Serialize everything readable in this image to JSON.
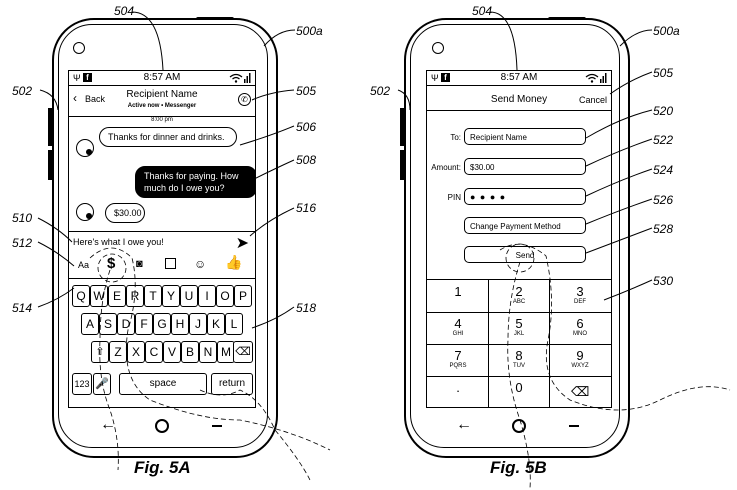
{
  "fig_a": {
    "caption": "Fig. 5A",
    "refs": {
      "r504": "504",
      "r500a": "500a",
      "r502": "502",
      "r505": "505",
      "r506": "506",
      "r508": "508",
      "r510": "510",
      "r516": "516",
      "r512": "512",
      "r514": "514",
      "r518": "518"
    },
    "status_time": "8:57 AM",
    "header": {
      "back_label": "Back",
      "title": "Recipient Name",
      "subtitle": "Active now • Messenger"
    },
    "timestamp": "8:00 pm",
    "messages": {
      "m1": "Thanks for dinner and drinks.",
      "m2": "Thanks for paying. How much do I owe you?",
      "m3": "$30.00"
    },
    "input_text": "Here's what I owe you!",
    "toolbar": {
      "aa": "Aa",
      "dollar": "$"
    },
    "keyboard": {
      "row1": [
        "Q",
        "W",
        "E",
        "R",
        "T",
        "Y",
        "U",
        "I",
        "O",
        "P"
      ],
      "row2": [
        "A",
        "S",
        "D",
        "F",
        "G",
        "H",
        "J",
        "K",
        "L"
      ],
      "row3": [
        "Z",
        "X",
        "C",
        "V",
        "B",
        "N",
        "M"
      ],
      "k123": "123",
      "space": "space",
      "return": "return"
    }
  },
  "fig_b": {
    "caption": "Fig. 5B",
    "refs": {
      "r504": "504",
      "r500a": "500a",
      "r502": "502",
      "r505": "505",
      "r520": "520",
      "r522": "522",
      "r524": "524",
      "r526": "526",
      "r528": "528",
      "r530": "530"
    },
    "status_time": "8:57 AM",
    "header": {
      "title": "Send Money",
      "cancel_label": "Cancel"
    },
    "form": {
      "to_label": "To:",
      "to_value": "Recipient Name",
      "amount_label": "Amount:",
      "amount_value": "$30.00",
      "pin_label": "PIN",
      "pin_value": "● ● ● ●",
      "change_method": "Change Payment Method",
      "send": "Send"
    },
    "numpad": [
      {
        "digit": "1",
        "letters": ""
      },
      {
        "digit": "2",
        "letters": "ABC"
      },
      {
        "digit": "3",
        "letters": "DEF"
      },
      {
        "digit": "4",
        "letters": "GHI"
      },
      {
        "digit": "5",
        "letters": "JKL"
      },
      {
        "digit": "6",
        "letters": "MNO"
      },
      {
        "digit": "7",
        "letters": "PQRS"
      },
      {
        "digit": "8",
        "letters": "TUV"
      },
      {
        "digit": "9",
        "letters": "WXYZ"
      },
      {
        "digit": ".",
        "letters": ""
      },
      {
        "digit": "0",
        "letters": ""
      }
    ]
  },
  "icons": [
    "usb-icon",
    "facebook-icon",
    "wifi-icon",
    "signal-icon",
    "battery-icon",
    "phone-call-icon",
    "send-arrow-icon",
    "camera-icon",
    "image-icon",
    "smiley-icon",
    "thumbs-up-icon",
    "shift-icon",
    "delete-icon",
    "microphone-icon",
    "back-arrow-icon",
    "home-icon",
    "recents-icon",
    "avatar-icon"
  ]
}
